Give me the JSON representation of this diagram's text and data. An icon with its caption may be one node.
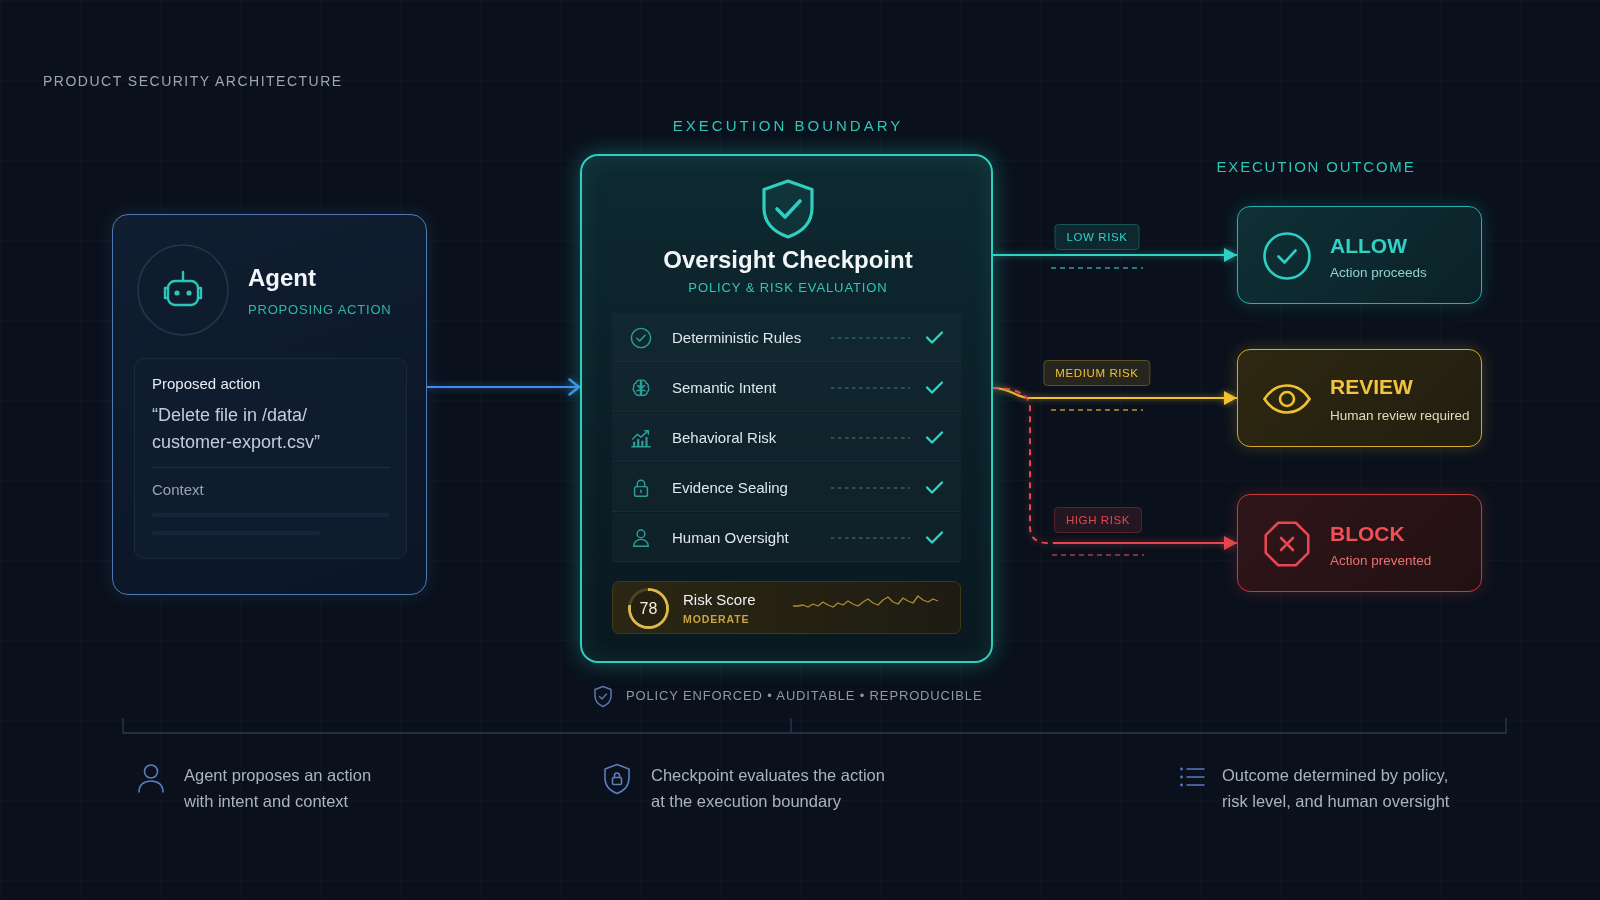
{
  "diagram": {
    "title": "PRODUCT SECURITY ARCHITECTURE",
    "nodes": [
      {
        "text": [
          "Agent",
          "PROPOSING ACTION"
        ]
      },
      {
        "text": [
          "Proposed action",
          "“Delete file in /data/ customer-export.csv”",
          "Context"
        ],
        "in": 0
      },
      {
        "text": [
          "EXECUTION BOUNDARY",
          "Oversight Checkpoint",
          "POLICY & RISK EVALUATION"
        ]
      },
      {
        "text": [
          "Deterministic Rules"
        ],
        "in": 2
      },
      {
        "text": [
          "Semantic Intent"
        ],
        "in": 2
      },
      {
        "text": [
          "Behavioral Risk"
        ],
        "in": 2
      },
      {
        "text": [
          "Evidence Sealing"
        ],
        "in": 2
      },
      {
        "text": [
          "Human Oversight"
        ],
        "in": 2
      },
      {
        "text": [
          "Risk Score",
          "MODERATE"
        ],
        "in": 2
      },
      {
        "text": [
          "78"
        ],
        "in": 8
      },
      {
        "text": [
          "ALLOW",
          "Action proceeds"
        ]
      },
      {
        "text": [
          "REVIEW",
          "Human review required"
        ]
      },
      {
        "text": [
          "BLOCK",
          "Action prevented"
        ]
      }
    ],
    "edges": [
      {
        "from": 0,
        "to": 2,
        "arrow": "to",
        "color": "#3f8cf0"
      },
      {
        "from": 2,
        "to": 10,
        "arrow": "to",
        "label": "LOW RISK",
        "color": "#2ed3c6"
      },
      {
        "from": 2,
        "to": 11,
        "arrow": "to",
        "label": "MEDIUM RISK",
        "color": "#f2c230"
      },
      {
        "from": 2,
        "to": 12,
        "arrow": "to",
        "label": "HIGH RISK",
        "style": "dashed",
        "color": "#e5474e"
      }
    ],
    "labels": [
      "EXECUTION OUTCOME",
      "POLICY ENFORCED • AUDITABLE • REPRODUCIBLE",
      "Agent proposes an action with intent and context",
      "Checkpoint evaluates the action at the execution boundary",
      "Outcome determined by policy, risk level, and human oversight"
    ]
  }
}
